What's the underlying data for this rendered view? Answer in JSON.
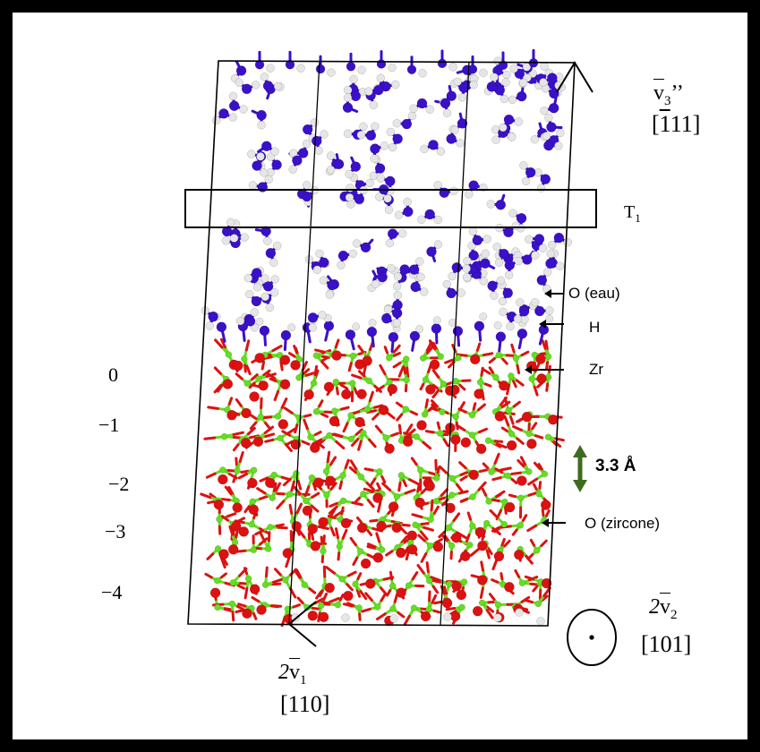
{
  "colors": {
    "background": "#ffffff",
    "frame": "#000000",
    "water_oxygen": "#3a10c8",
    "hydrogen": "#e6e6e6",
    "zirconium": "#66dd22",
    "zirconia_oxygen": "#dd1111",
    "spacing_arrow": "#3d6b1f"
  },
  "layer_labels": [
    "0",
    "−1",
    "−2",
    "−3",
    "−4"
  ],
  "slab_label": {
    "text": "T",
    "subscript": "1"
  },
  "species": {
    "water_oxygen": "O (eau)",
    "hydrogen": "H",
    "zirconium": "Zr",
    "zirconia_oxygen": "O (zircone)"
  },
  "interlayer_spacing": "3.3 Å",
  "vectors": {
    "v3": {
      "symbol": "v",
      "subscript": "3",
      "prime": "’’",
      "index_bar": "1",
      "index_rest": "11",
      "index_open": "[",
      "index_close": "]"
    },
    "v1": {
      "factor": "2",
      "symbol": "v",
      "subscript": "1",
      "index": "[110]"
    },
    "v2": {
      "factor": "2",
      "symbol": "v",
      "subscript": "2",
      "index": "[101]"
    }
  }
}
